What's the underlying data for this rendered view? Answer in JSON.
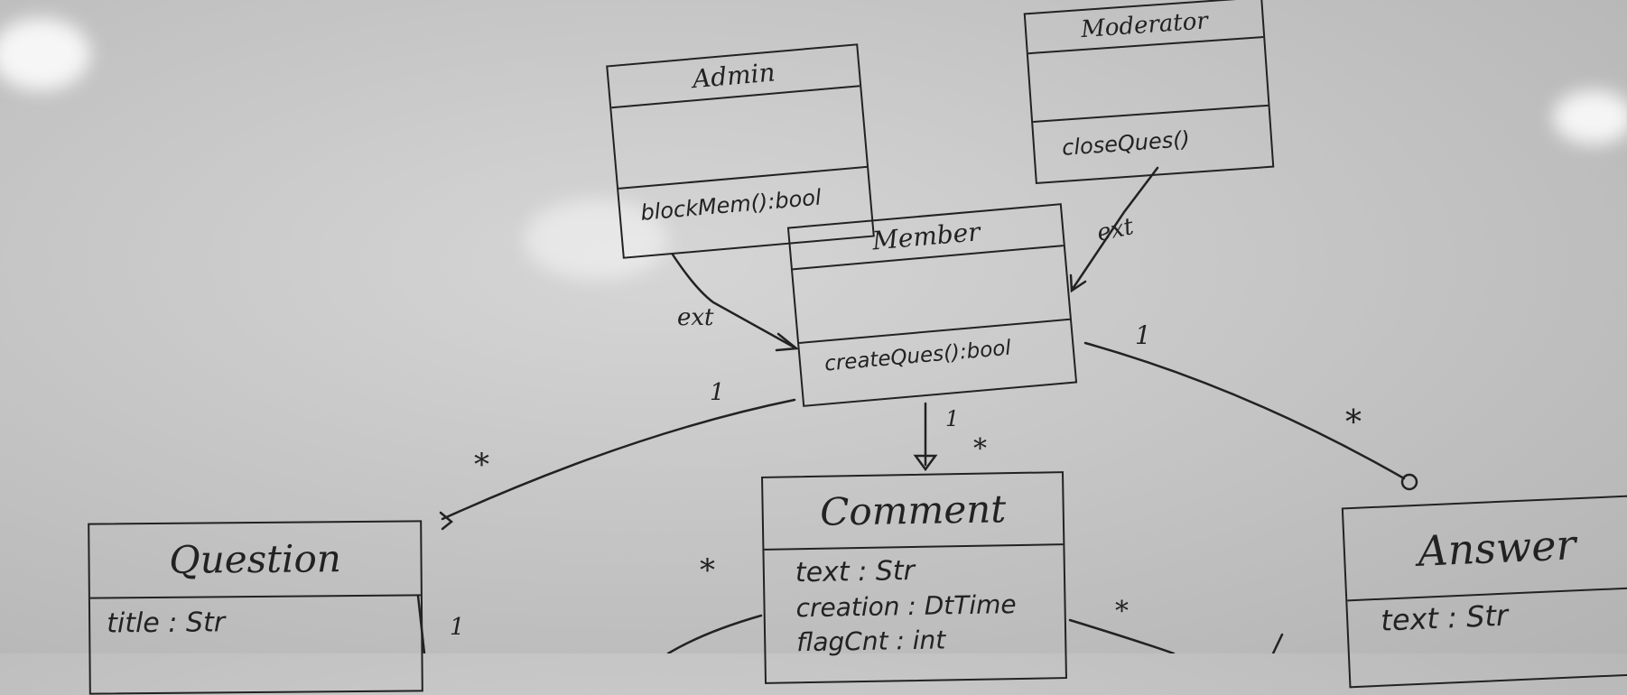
{
  "diagram": {
    "classes": {
      "admin": {
        "name": "Admin",
        "method": "blockMem():bool"
      },
      "moderator": {
        "name": "Moderator",
        "method": "closeQues()"
      },
      "member": {
        "name": "Member",
        "method": "createQues():bool"
      },
      "comment": {
        "name": "Comment",
        "attrs": [
          "text : Str",
          "creation : DtTime",
          "flagCnt : int"
        ]
      },
      "question": {
        "name": "Question",
        "attrs": [
          "title : Str"
        ]
      },
      "answer": {
        "name": "Answer",
        "attrs": [
          "text : Str"
        ]
      }
    },
    "relations": {
      "admin_member": "ext",
      "moderator_member": "ext"
    },
    "multiplicities": {
      "member_question_one": "1",
      "member_question_many": "*",
      "member_comment_one": "1",
      "member_comment_many": "*",
      "member_answer_one": "1",
      "member_answer_many": "*",
      "comment_question_many": "*",
      "question_one": "1",
      "comment_answer_many": "*"
    }
  }
}
